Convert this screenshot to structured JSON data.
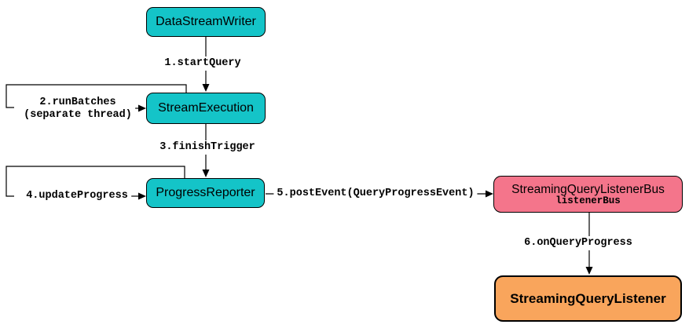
{
  "nodes": {
    "data_stream_writer": "DataStreamWriter",
    "stream_execution": "StreamExecution",
    "progress_reporter": "ProgressReporter",
    "listener_bus_title": "StreamingQueryListenerBus",
    "listener_bus_subtitle": "listenerBus",
    "streaming_query_listener": "StreamingQueryListener"
  },
  "edges": {
    "start_query": "1.startQuery",
    "run_batches": "2.runBatches",
    "run_batches_note": "(separate thread)",
    "finish_trigger": "3.finishTrigger",
    "update_progress": "4.updateProgress",
    "post_event": "5.postEvent(QueryProgressEvent)",
    "on_query_progress": "6.onQueryProgress"
  },
  "colors": {
    "node_teal": "#14C4C8",
    "node_pink": "#F4758B",
    "node_orange": "#F9A55C",
    "line": "#000000",
    "background": "#FFFFFF"
  }
}
